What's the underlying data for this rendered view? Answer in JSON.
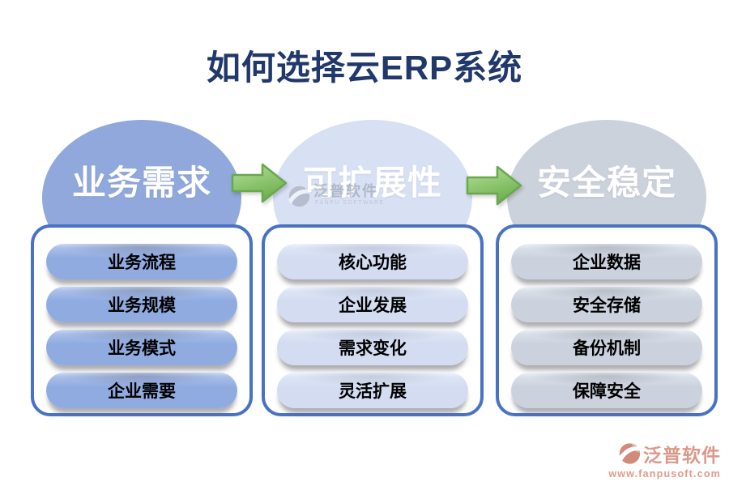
{
  "title": "如何选择云ERP系统",
  "columns": [
    {
      "header": "业务需求",
      "items": [
        "业务流程",
        "业务规模",
        "业务模式",
        "企业需要"
      ]
    },
    {
      "header": "可扩展性",
      "items": [
        "核心功能",
        "企业发展",
        "需求变化",
        "灵活扩展"
      ]
    },
    {
      "header": "安全稳定",
      "items": [
        "企业数据",
        "安全存储",
        "备份机制",
        "保障安全"
      ]
    }
  ],
  "arrows": {
    "direction": "right",
    "count": 2
  },
  "watermarks": {
    "center": {
      "brand": "泛普软件",
      "subtext": "FANPU SOFTWARE"
    },
    "footer": {
      "brand": "泛普软件",
      "url": "www.fanpusoft.com"
    }
  },
  "colors": {
    "title": "#20386a",
    "panel_border": "#4a72c4",
    "circle_fills": [
      "#90a8dc",
      "#d8e0f4",
      "#ccd2dc"
    ],
    "pill_fills": [
      "#8fabe0",
      "#d4dcf2",
      "#cbd2de"
    ],
    "arrow_green_light": "#b6e09b",
    "arrow_green_dark": "#6fb04f",
    "brand_coral": "#d8907f"
  }
}
